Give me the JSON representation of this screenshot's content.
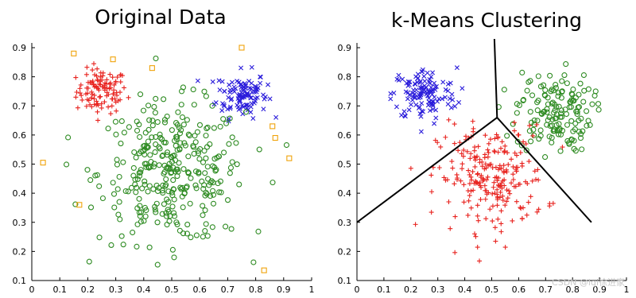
{
  "watermark": "CSDN @lqi徐进家",
  "colors": {
    "red": "#e8231f",
    "green": "#2e8b22",
    "blue": "#2b1ddb",
    "orange": "#f0a30a",
    "line": "#000000"
  },
  "chart_data": [
    {
      "type": "scatter",
      "title": "Original Data",
      "xlim": [
        0,
        1.0
      ],
      "ylim": [
        0.1,
        0.9
      ],
      "xticks": [
        "0",
        "0.1",
        "0.2",
        "0.3",
        "0.4",
        "0.5",
        "0.6",
        "0.7",
        "0.8",
        "0.9",
        "1"
      ],
      "yticks": [
        "0.1",
        "0.2",
        "0.3",
        "0.4",
        "0.5",
        "0.6",
        "0.7",
        "0.8",
        "0.9"
      ],
      "grid": false,
      "series": [
        {
          "marker": "plus",
          "color": "red",
          "count": 110,
          "center": [
            0.25,
            0.75
          ],
          "spread": [
            0.045,
            0.038
          ]
        },
        {
          "marker": "x",
          "color": "blue",
          "count": 110,
          "center": [
            0.75,
            0.74
          ],
          "spread": [
            0.045,
            0.04
          ]
        },
        {
          "marker": "circle",
          "color": "green",
          "count": 330,
          "center": [
            0.5,
            0.47
          ],
          "spread": [
            0.13,
            0.12
          ]
        },
        {
          "marker": "square",
          "color": "orange",
          "points": [
            [
              0.15,
              0.88
            ],
            [
              0.29,
              0.86
            ],
            [
              0.43,
              0.83
            ],
            [
              0.75,
              0.9
            ],
            [
              0.86,
              0.63
            ],
            [
              0.87,
              0.59
            ],
            [
              0.92,
              0.52
            ],
            [
              0.04,
              0.505
            ],
            [
              0.17,
              0.36
            ],
            [
              0.83,
              0.135
            ]
          ]
        }
      ]
    },
    {
      "type": "scatter",
      "title": "k-Means Clustering",
      "xlim": [
        0,
        1.0
      ],
      "ylim": [
        0.1,
        0.9
      ],
      "xticks": [
        "0",
        "0.1",
        "0.2",
        "0.3",
        "0.4",
        "0.5",
        "0.6",
        "0.7",
        "0.8",
        "0.9",
        "1"
      ],
      "yticks": [
        "0.1",
        "0.2",
        "0.3",
        "0.4",
        "0.5",
        "0.6",
        "0.7",
        "0.8",
        "0.9"
      ],
      "grid": false,
      "boundaries": [
        {
          "from": [
            0.52,
            0.66
          ],
          "to": [
            0.51,
            0.93
          ]
        },
        {
          "from": [
            0.52,
            0.66
          ],
          "to": [
            0.0,
            0.3
          ]
        },
        {
          "from": [
            0.52,
            0.66
          ],
          "to": [
            0.87,
            0.3
          ]
        }
      ],
      "series": [
        {
          "marker": "x",
          "color": "blue",
          "count": 130,
          "center": [
            0.25,
            0.74
          ],
          "spread": [
            0.06,
            0.045
          ]
        },
        {
          "marker": "circle",
          "color": "green",
          "count": 150,
          "center": [
            0.73,
            0.68
          ],
          "spread": [
            0.07,
            0.07
          ]
        },
        {
          "marker": "plus",
          "color": "red",
          "count": 240,
          "center": [
            0.5,
            0.45
          ],
          "spread": [
            0.1,
            0.09
          ]
        }
      ]
    }
  ]
}
